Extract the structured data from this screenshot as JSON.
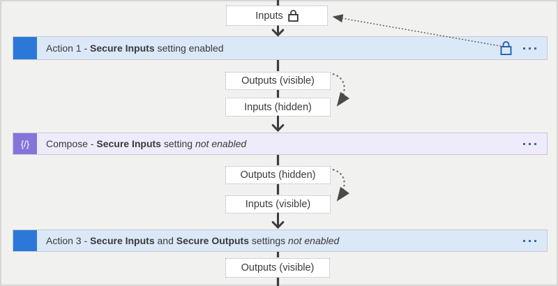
{
  "diagram": {
    "top_box": {
      "label": "Inputs",
      "icon": "lock-icon"
    },
    "bars": [
      {
        "name": "action-1",
        "segments": [
          {
            "t": "Action 1 - "
          },
          {
            "t": "Secure Inputs",
            "b": 1
          },
          {
            "t": " setting enabled"
          }
        ],
        "status_icon": "lock-icon",
        "menu_icon": "more-options-ellipsis"
      },
      {
        "name": "compose",
        "icon_glyph": "{/}",
        "segments": [
          {
            "t": "Compose - "
          },
          {
            "t": "Secure Inputs",
            "b": 1
          },
          {
            "t": " setting "
          },
          {
            "t": "not enabled",
            "i": 1
          }
        ],
        "menu_icon": "more-options-ellipsis"
      },
      {
        "name": "action-3",
        "segments": [
          {
            "t": "Action 3 - "
          },
          {
            "t": "Secure Inputs",
            "b": 1
          },
          {
            "t": " and "
          },
          {
            "t": "Secure Outputs",
            "b": 1
          },
          {
            "t": " settings "
          },
          {
            "t": "not enabled",
            "i": 1
          }
        ],
        "menu_icon": "more-options-ellipsis"
      }
    ],
    "flow_boxes": [
      {
        "label": "Outputs (visible)"
      },
      {
        "label": "Inputs (hidden)"
      },
      {
        "label": "Outputs (hidden)"
      },
      {
        "label": "Inputs (visible)"
      },
      {
        "label": "Outputs (visible)"
      }
    ],
    "colors": {
      "action_icon_blue": "#2b78d9",
      "compose_icon_purple": "#8674d9",
      "action_bar_bg": "#dbe8f8",
      "compose_bar_bg": "#eeebfa",
      "ellipsis_blue": "#3567b0",
      "lock_blue": "#2a66ad",
      "arrow_dark": "#3c3c3c",
      "dotted_gray": "#5f5f5f",
      "canvas_bg": "#f1f1f0"
    }
  }
}
